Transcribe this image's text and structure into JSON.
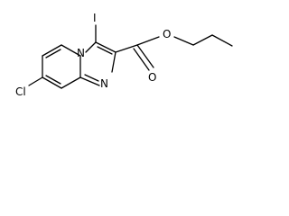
{
  "molecule": {
    "atoms": {
      "iodine": "I",
      "chlorine": "Cl",
      "bridgehead_nitrogen": "N",
      "ring_nitrogen": "N",
      "carbonyl_oxygen": "O",
      "ester_oxygen": "O"
    }
  }
}
